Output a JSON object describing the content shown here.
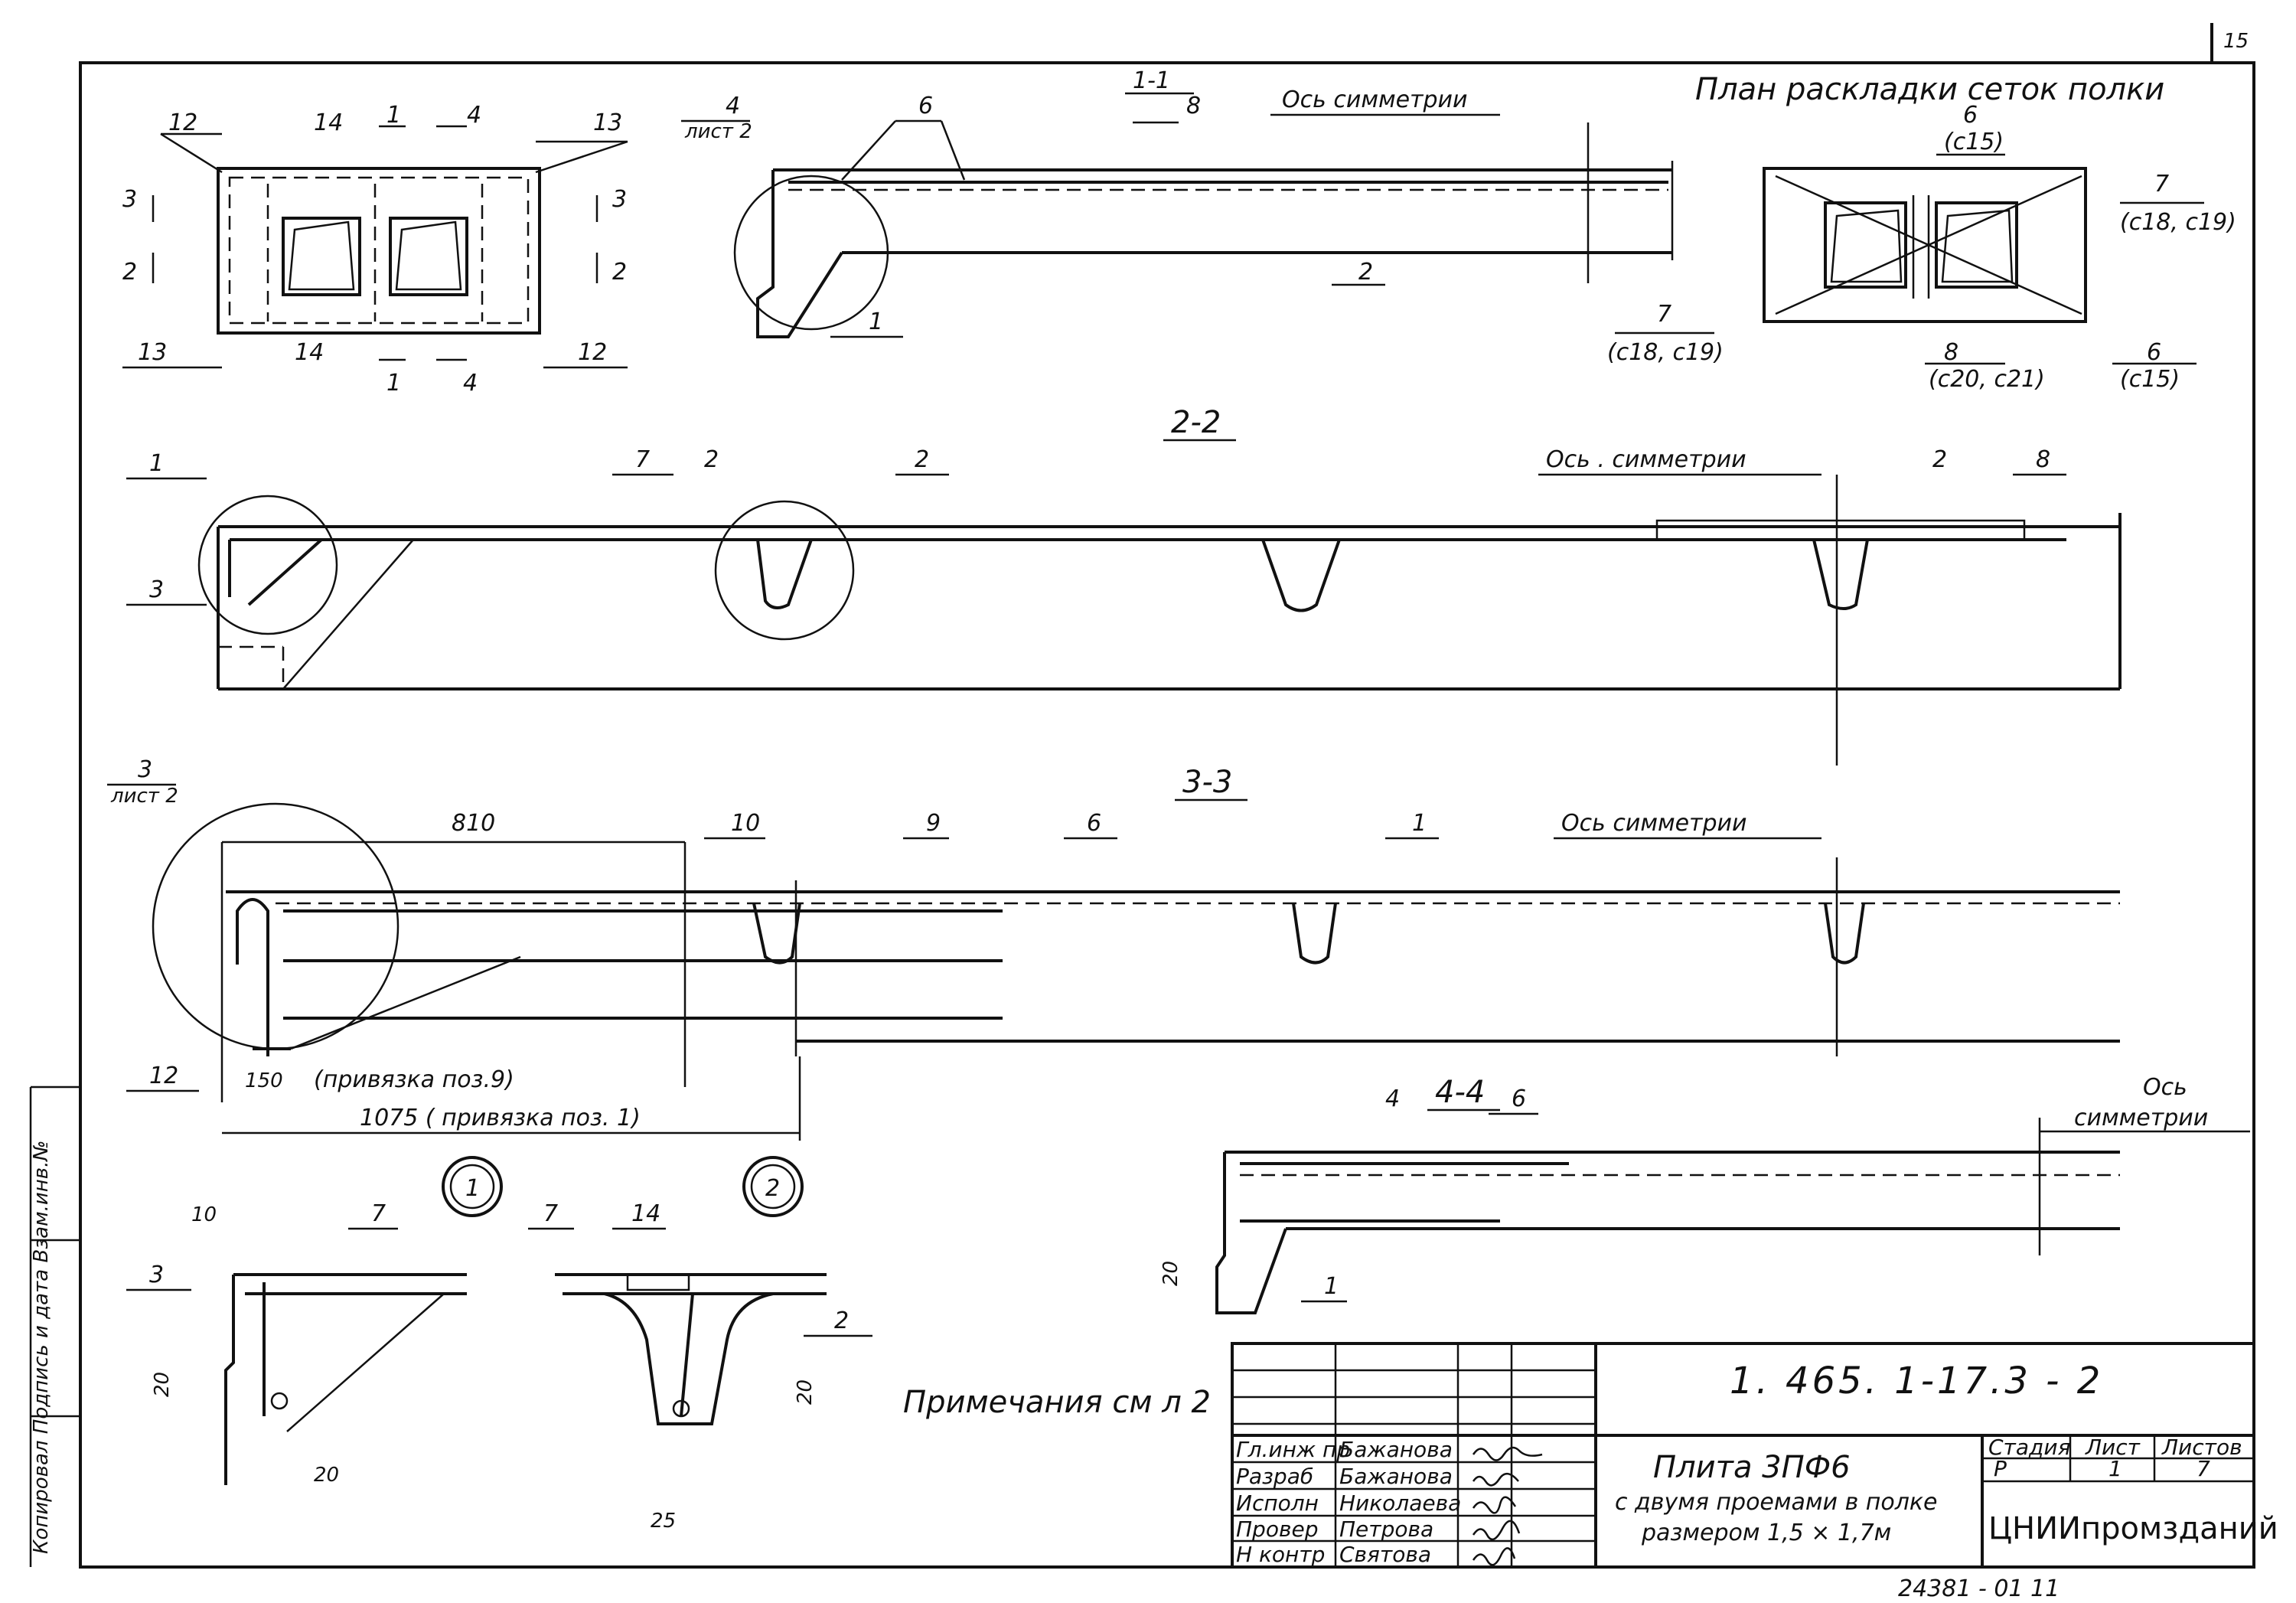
{
  "sheet_corner": "15",
  "sections": {
    "s11": "1-1",
    "s22": "2-2",
    "s33": "3-3",
    "s44": "4-4"
  },
  "axis_symmetry": "Ось симметрии",
  "axis_symmetry_22": "Ось . симметрии",
  "axis_word": "Ось",
  "symmetry_word": "симметрии",
  "plan_title": "План раскладки сеток полки",
  "plan_labels": {
    "six": "6",
    "c15": "(с15)",
    "seven": "7",
    "c18c19": "(с18, с19)",
    "eight": "8",
    "c20c21": "(с20, с21)"
  },
  "callout_ref": {
    "num": "4",
    "sheet": "лист 2"
  },
  "callout_ref3": {
    "num": "3",
    "sheet": "лист 2"
  },
  "view_labels": {
    "n1": "1",
    "n2": "2",
    "n3": "3",
    "n4": "4",
    "n6": "6",
    "n7": "7",
    "n8": "8",
    "n9": "9",
    "n10": "10",
    "n12": "12",
    "n13": "13",
    "n14": "14"
  },
  "dims": {
    "d810": "810",
    "d150": "150",
    "d1075": "1075 ( привязка поз. 1)",
    "priv9": "(привязка поз.9)",
    "d10": "10",
    "d20": "20",
    "d25": "25"
  },
  "detail_marks": {
    "one": "1",
    "two": "2"
  },
  "notes": "Примечания см л 2",
  "side_stamp": "Копировал Подпись и дата Взам.инв.№",
  "title_block": {
    "code": "1. 465. 1-17.3 - 2",
    "title_line1": "Плита 3ПФ6",
    "title_line2": "с двумя проемами в полке",
    "title_line3": "размером 1,5 × 1,7м",
    "stage_h": "Стадия",
    "sheet_h": "Лист",
    "sheets_h": "Листов",
    "stage": "Р",
    "sheet": "1",
    "sheets": "7",
    "org": "ЦНИИпромзданий",
    "roles": [
      {
        "role": "Гл.инж пр",
        "name": "Бажанова"
      },
      {
        "role": "Разраб",
        "name": "Бажанова"
      },
      {
        "role": "Исполн",
        "name": "Николаева"
      },
      {
        "role": "Провер",
        "name": "Петрова"
      },
      {
        "role": "Н контр",
        "name": "Святова"
      }
    ]
  },
  "bottom_number": "24381 - 01 11"
}
